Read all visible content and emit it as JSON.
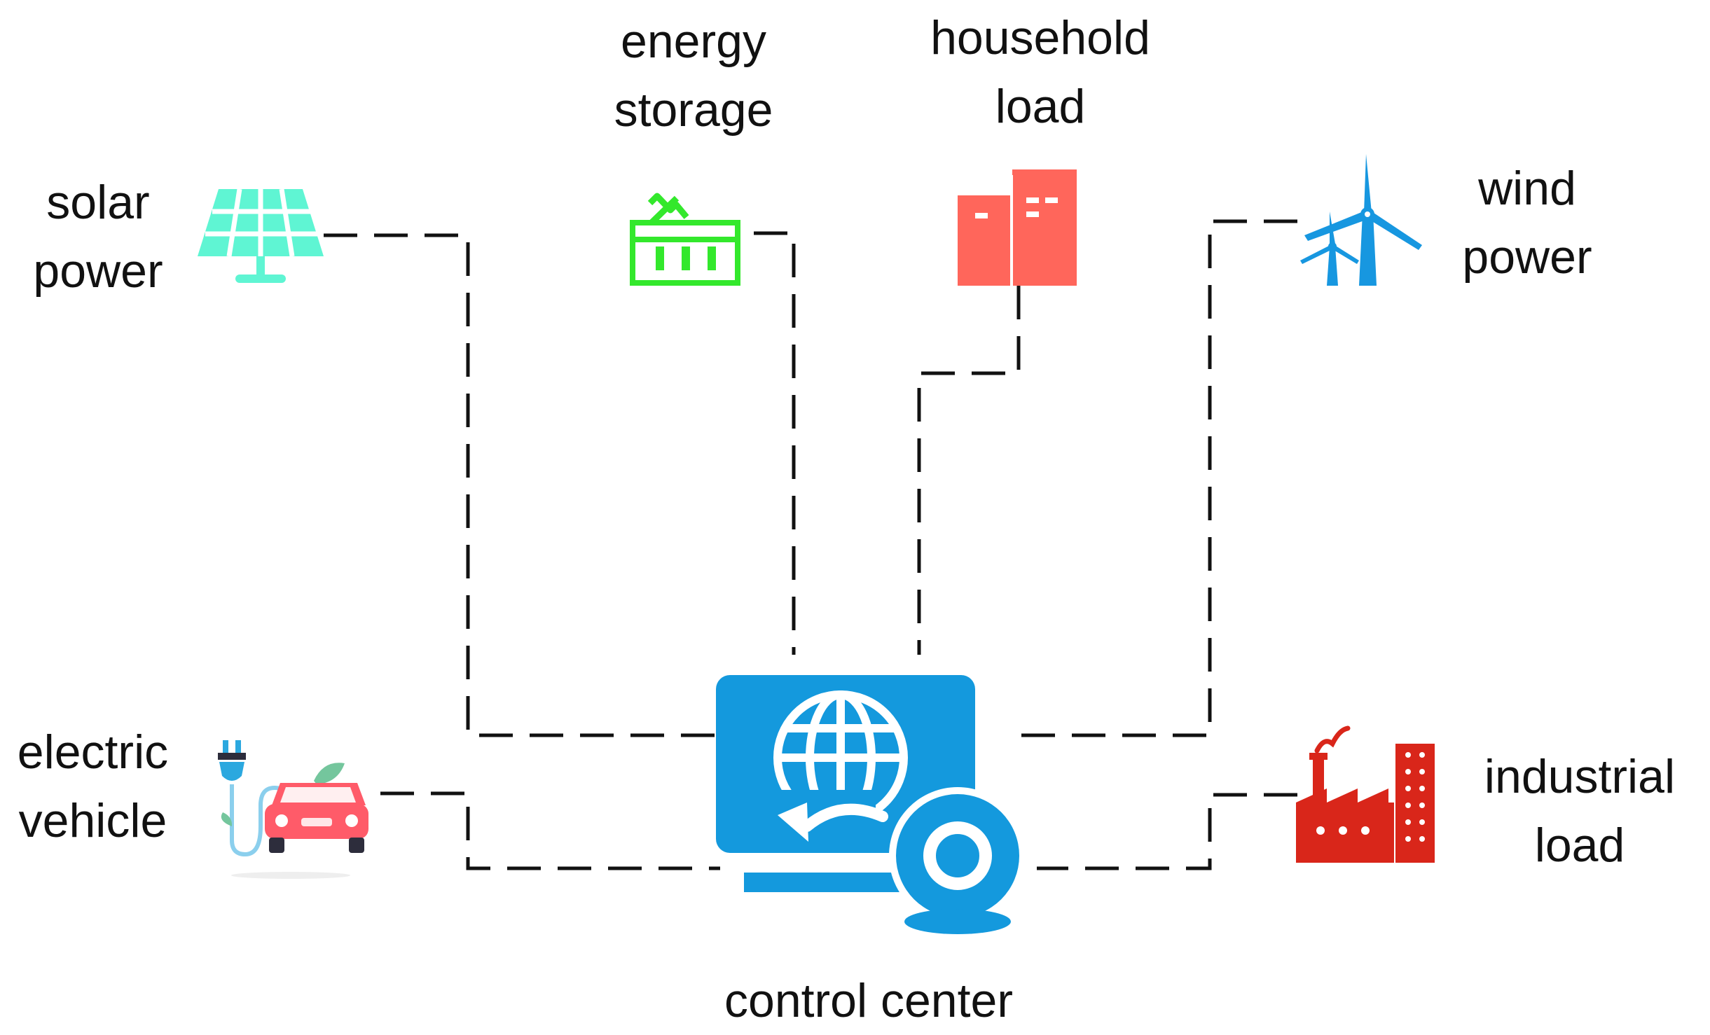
{
  "nodes": {
    "solar": {
      "line1": "solar",
      "line2": "power",
      "color": "#5ff5d3"
    },
    "storage": {
      "line1": "energy",
      "line2": "storage",
      "color": "#33e82c"
    },
    "household": {
      "line1": "household",
      "line2": "load",
      "color": "#ff665b"
    },
    "wind": {
      "line1": "wind",
      "line2": "power",
      "color": "#1797e0"
    },
    "ev": {
      "line1": "electric",
      "line2": "vehicle",
      "color": "#ff5b69",
      "accent": "#2ba8df"
    },
    "industrial": {
      "line1": "industrial",
      "line2": "load",
      "color": "#d9261a"
    }
  },
  "control": {
    "label": "control center",
    "color": "#1499dd"
  },
  "link_color": "#111111"
}
